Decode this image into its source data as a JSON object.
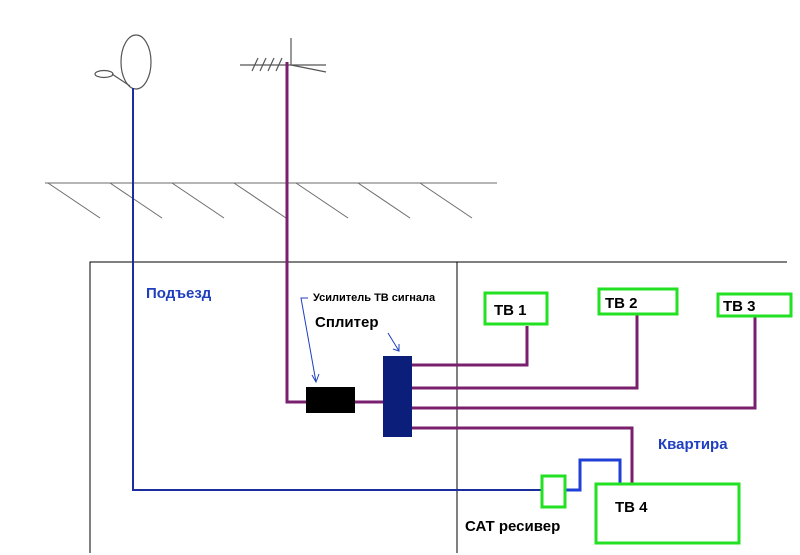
{
  "labels": {
    "entrance": "Подъезд",
    "amplifier": "Усилитель ТВ сигнала",
    "splitter": "Сплитер",
    "apartment": "Квартира",
    "sat_receiver": "САТ ресивер"
  },
  "tvs": [
    {
      "label": "ТВ 1"
    },
    {
      "label": "ТВ 2"
    },
    {
      "label": "ТВ 3"
    },
    {
      "label": "ТВ 4"
    }
  ],
  "colors": {
    "coax_line": "#7a1f6e",
    "satellite_line": "#1a2e9e",
    "tv_box": "#22e022",
    "splitter": "#0b1f7a",
    "amplifier": "#000000",
    "text_blue": "#1f3fbf"
  }
}
